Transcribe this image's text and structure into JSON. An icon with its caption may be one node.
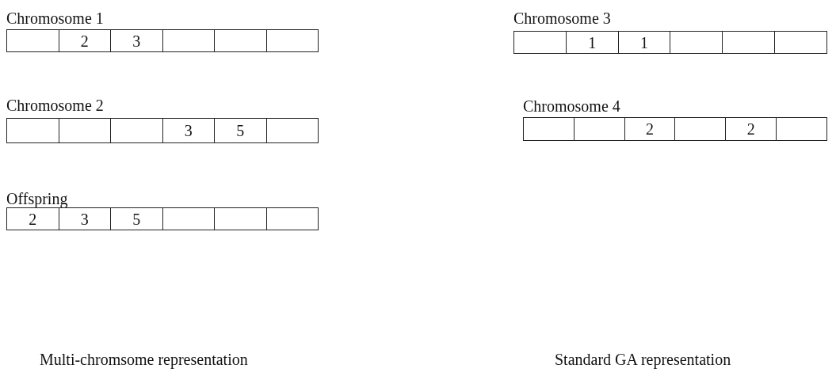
{
  "diagram": {
    "labels": [
      "Chromosome 1",
      "2",
      "3",
      "Chromosome 3",
      "1",
      "1",
      "Chromosome 2",
      "3",
      "5",
      "Chromosome 4",
      "2",
      "2",
      "Offspring",
      "2",
      "3",
      "5",
      "Multi-chromsome representation",
      "Standard GA representation"
    ]
  }
}
